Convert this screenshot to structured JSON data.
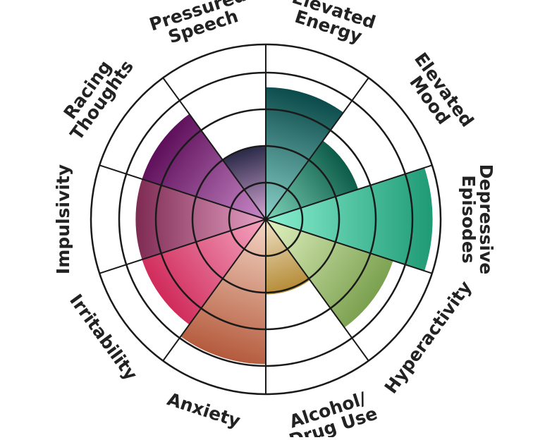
{
  "chart_data": {
    "type": "polar-area",
    "title": "",
    "scale_max": 5,
    "categories": [
      {
        "name": "Elevated Energy",
        "lines": [
          "Elevated",
          "Energy"
        ],
        "value": 3.6,
        "colors": [
          "#0a4a4a",
          "#8ad0c8"
        ]
      },
      {
        "name": "Elevated Mood",
        "lines": [
          "Elevated",
          "Mood"
        ],
        "value": 2.65,
        "colors": [
          "#0c5a48",
          "#7ed4b8"
        ]
      },
      {
        "name": "Depressive Episodes",
        "lines": [
          "Depressive",
          "Episodes"
        ],
        "value": 4.55,
        "colors": [
          "#1e9a74",
          "#8af0d0"
        ]
      },
      {
        "name": "Hyperactivity",
        "lines": [
          "Hyperactivity"
        ],
        "value": 3.65,
        "colors": [
          "#7aa04e",
          "#e2f2c2"
        ]
      },
      {
        "name": "Alcohol/ Drug Use",
        "lines": [
          "Alcohol/",
          "Drug Use"
        ],
        "value": 2.05,
        "colors": [
          "#b48a34",
          "#f0e2c8"
        ]
      },
      {
        "name": "Anxiety",
        "lines": [
          "Anxiety"
        ],
        "value": 3.95,
        "colors": [
          "#b45a3c",
          "#f4d6c6"
        ]
      },
      {
        "name": "Irritability",
        "lines": [
          "Irritability"
        ],
        "value": 3.55,
        "colors": [
          "#d02a5a",
          "#f4a6c2"
        ]
      },
      {
        "name": "Impulsivity",
        "lines": [
          "Impulsivity"
        ],
        "value": 3.55,
        "colors": [
          "#7e2a52",
          "#e6a2c4"
        ]
      },
      {
        "name": "Racing Thoughts",
        "lines": [
          "Racing",
          "Thoughts"
        ],
        "value": 3.55,
        "colors": [
          "#5e0e5a",
          "#c88ac8"
        ]
      },
      {
        "name": "Pressured Speech",
        "lines": [
          "Pressured",
          "Speech"
        ],
        "value": 1.98,
        "colors": [
          "#2a2a48",
          "#d8a8d8"
        ]
      }
    ]
  }
}
